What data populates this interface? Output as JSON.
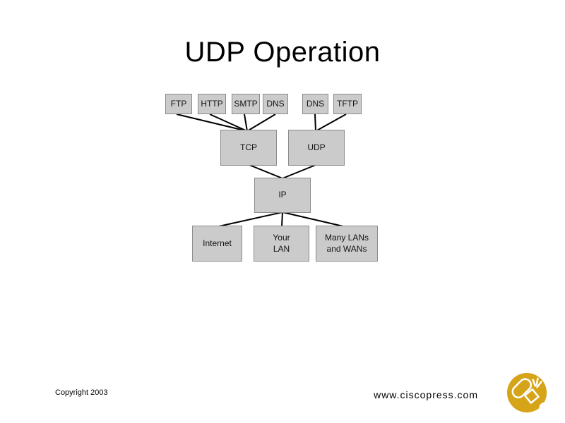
{
  "slide": {
    "title": "UDP Operation"
  },
  "diagram": {
    "application_layer": [
      {
        "label": "FTP"
      },
      {
        "label": "HTTP"
      },
      {
        "label": "SMTP"
      },
      {
        "label": "DNS"
      },
      {
        "label": "DNS"
      },
      {
        "label": "TFTP"
      }
    ],
    "transport_layer": [
      {
        "label": "TCP"
      },
      {
        "label": "UDP"
      }
    ],
    "internet_layer": [
      {
        "label": "IP"
      }
    ],
    "network_access_layer": [
      {
        "label": "Internet"
      },
      {
        "label": "Your\nLAN"
      },
      {
        "label": "Many LANs\nand WANs"
      }
    ]
  },
  "footer": {
    "copyright": "Copyright 2003",
    "website": "www.ciscopress.com"
  },
  "icons": {
    "logo": "ciscopress-logo"
  },
  "colors": {
    "box_fill": "#cbcbcb",
    "box_border": "#8c8c8c",
    "connector": "#000000",
    "title_text": "#000000",
    "logo_gold": "#d5a419"
  }
}
